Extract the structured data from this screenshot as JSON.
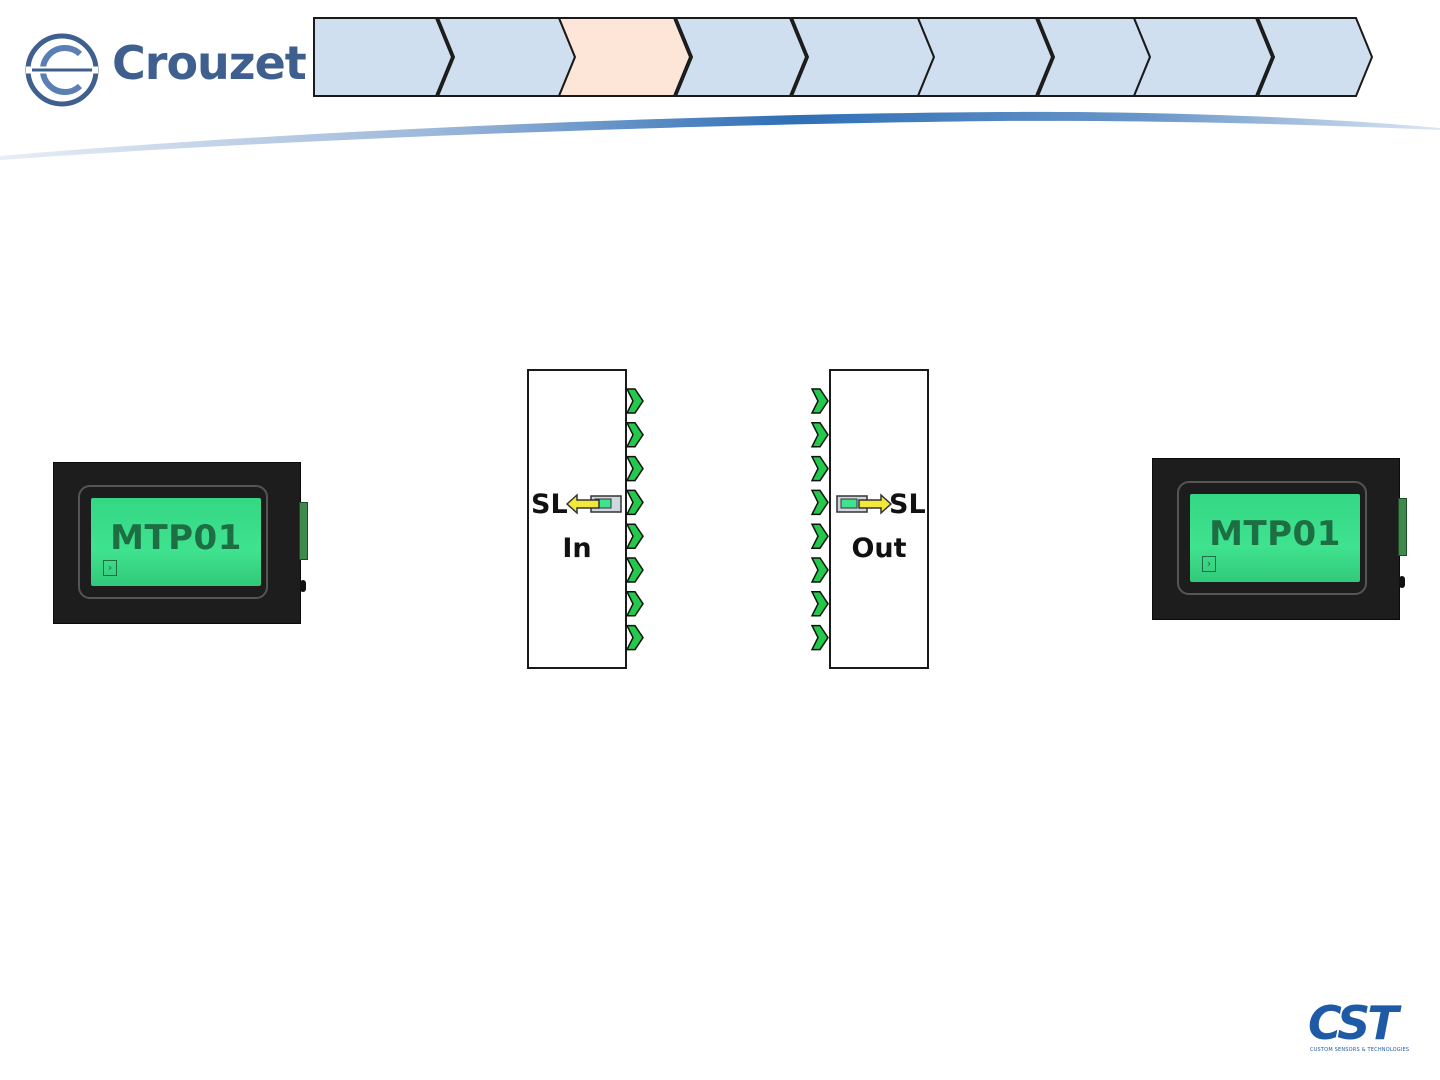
{
  "header": {
    "brand_name": "Crouzet",
    "brand_color": "#3f5f8f",
    "progress_steps": [
      {
        "active": false
      },
      {
        "active": false
      },
      {
        "active": true
      },
      {
        "active": false
      },
      {
        "active": false
      },
      {
        "active": false
      },
      {
        "active": false
      },
      {
        "active": false
      },
      {
        "active": false
      }
    ],
    "step_fill_default": "#cfdff0",
    "step_fill_active": "#fde6d8",
    "step_stroke": "#1a1a1a"
  },
  "devices": {
    "left": {
      "display_text": "MTP01",
      "icon": "menu-arrow-icon"
    },
    "right": {
      "display_text": "MTP01",
      "icon": "menu-arrow-icon"
    },
    "screen_color": "#3fe28e"
  },
  "blocks": {
    "sl_in": {
      "title": "SL",
      "label": "In",
      "icon": "display-to-bus-arrow-icon",
      "pin_count": 8,
      "pin_side": "right"
    },
    "sl_out": {
      "title": "SL",
      "label": "Out",
      "icon": "bus-to-display-arrow-icon",
      "pin_count": 8,
      "pin_side": "left"
    },
    "pin_color": "#22c94a"
  },
  "footer": {
    "logo_text": "CST",
    "logo_tagline": "CUSTOM SENSORS & TECHNOLOGIES",
    "logo_color": "#1f5aa6"
  }
}
